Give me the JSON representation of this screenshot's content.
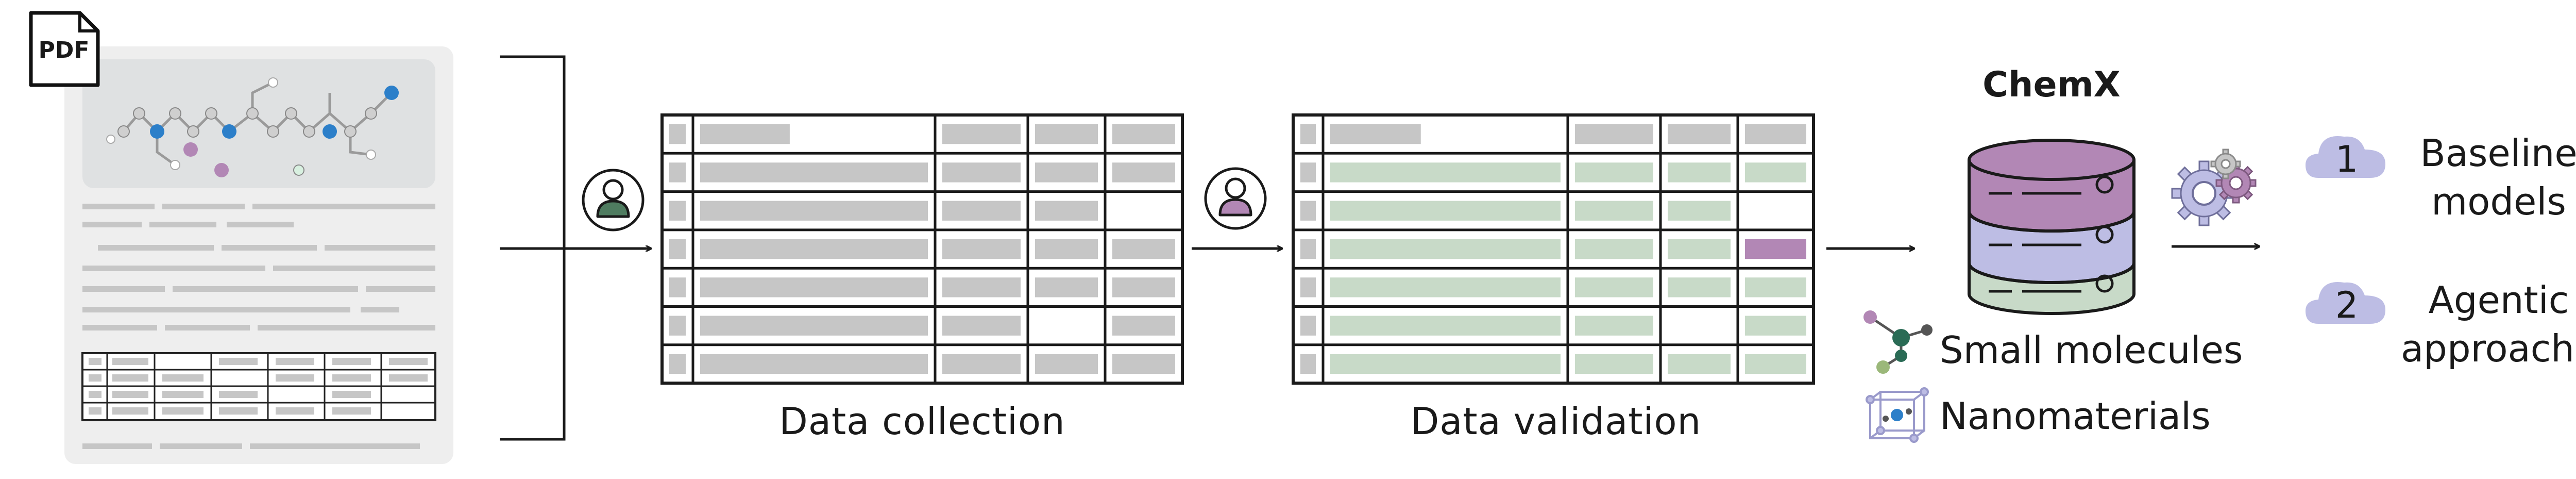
{
  "pdf_label": "PDF",
  "stages": {
    "collection_label": "Data collection",
    "validation_label": "Data validation"
  },
  "database": {
    "title": "ChemX",
    "colors": {
      "top": "#b287b5",
      "middle": "#bdbde4",
      "bottom": "#c8dac8"
    }
  },
  "legend": [
    {
      "icon": "molecule-icon",
      "label": "Small molecules"
    },
    {
      "icon": "nanomaterial-icon",
      "label": "Nanomaterials"
    }
  ],
  "outcomes": [
    {
      "number": "1",
      "label": "Baseline models"
    },
    {
      "number": "2",
      "label": "Agentic approaches"
    }
  ],
  "colors": {
    "grey_cell": "#c6c6c6",
    "green_cell": "#c8dac8",
    "purple_cell": "#b287b5",
    "cloud": "#bdbde4",
    "avatar_green": "#4f7c60",
    "avatar_purple": "#b287b5"
  }
}
